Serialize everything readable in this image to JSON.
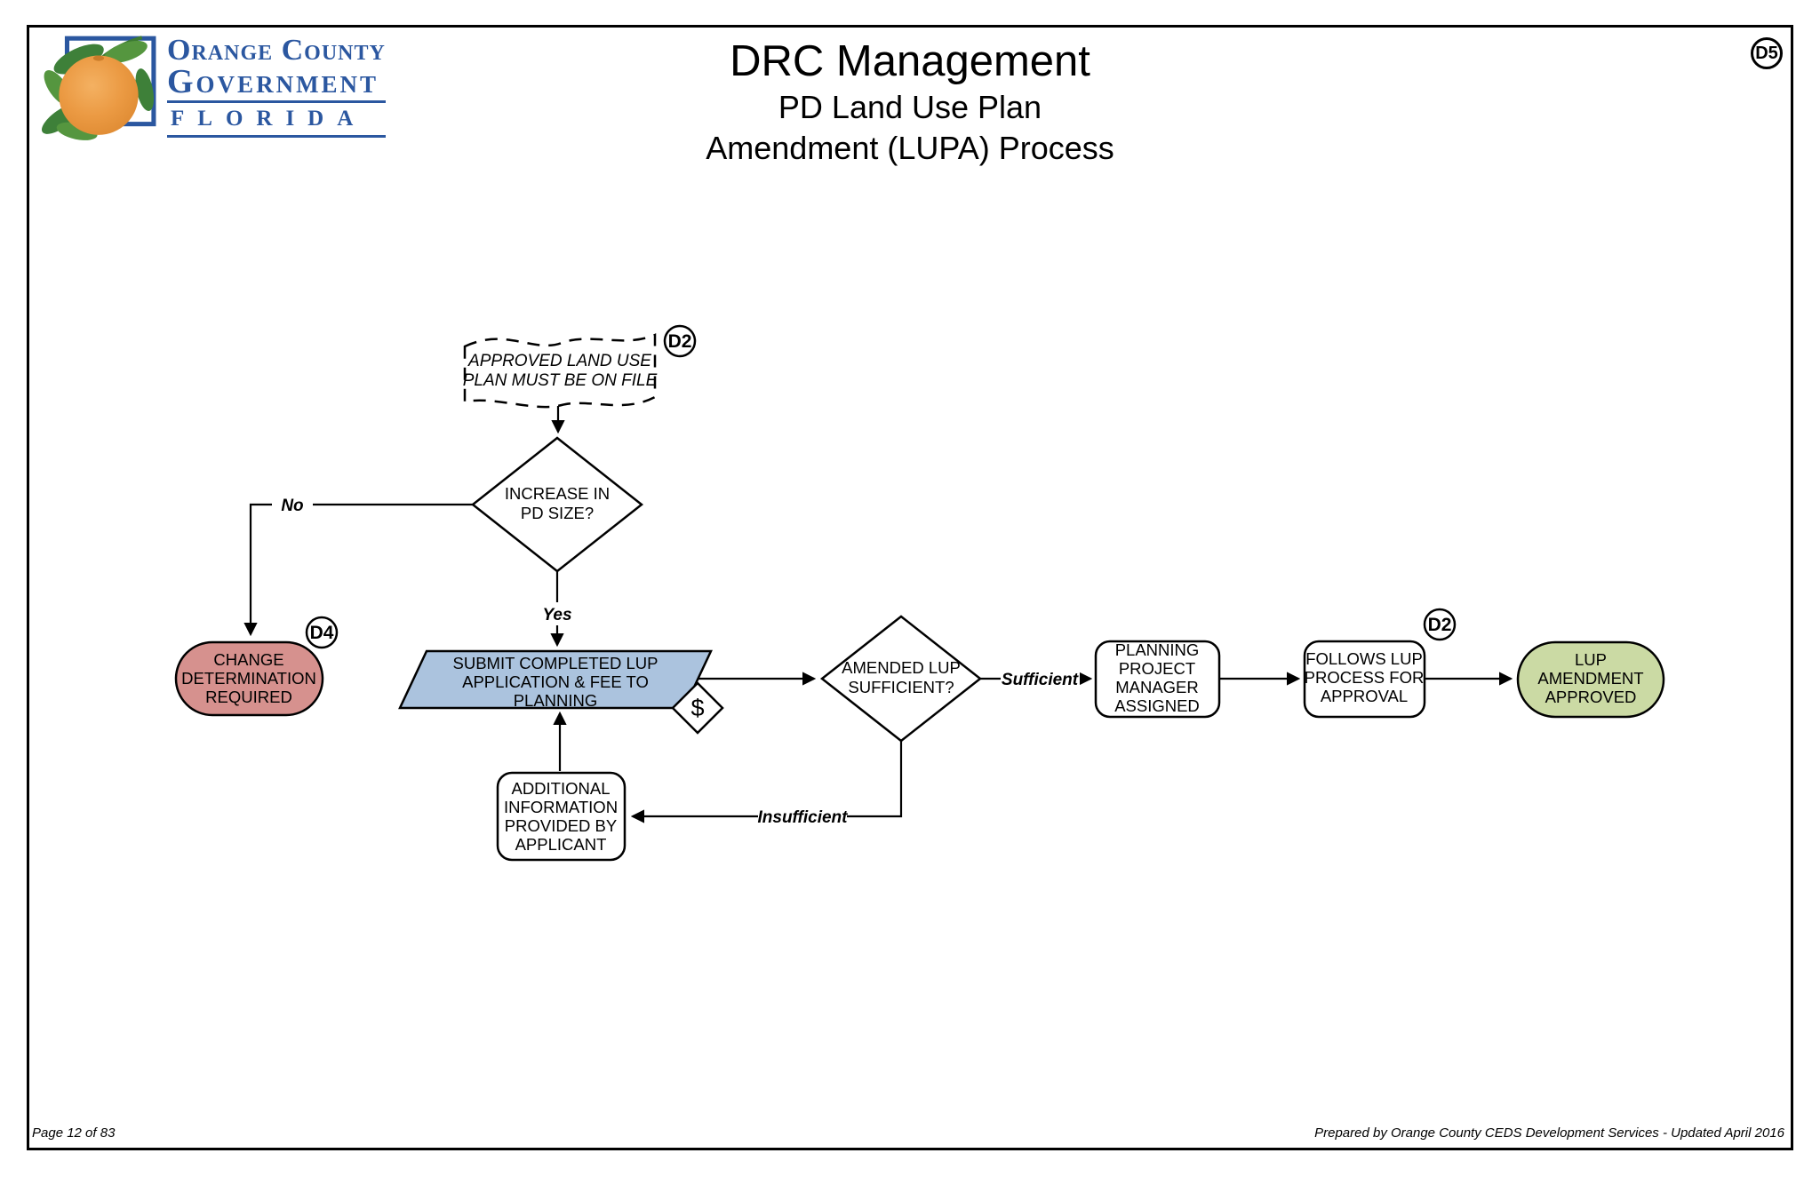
{
  "header": {
    "logo": {
      "line1": "Orange County",
      "line2": "Government",
      "line3": "Florida"
    },
    "title_lines": [
      "DRC Management",
      "PD Land Use Plan",
      "Amendment (LUPA) Process"
    ],
    "page_badge": "D5"
  },
  "palette": {
    "brand_blue": "#2b57a0",
    "orange": "#eb9a43",
    "leaf_green": "#3e8039",
    "stop_pink": "#d6918e",
    "process_blue": "#abc3de",
    "approved_green": "#cbdaa4"
  },
  "flowchart": {
    "nodes": {
      "approved_plan": {
        "lines": [
          "APPROVED LAND USE",
          "PLAN MUST BE ON FILE"
        ],
        "badge": "D2"
      },
      "increase_pd_size": {
        "lines": [
          "INCREASE IN",
          "PD SIZE?"
        ]
      },
      "change_determination": {
        "lines": [
          "CHANGE",
          "DETERMINATION",
          "REQUIRED"
        ],
        "badge": "D4",
        "fill": "#d6918e"
      },
      "submit_application": {
        "lines": [
          "SUBMIT COMPLETED LUP",
          "APPLICATION & FEE TO",
          "PLANNING"
        ],
        "fill": "#abc3de",
        "fee_symbol": "$"
      },
      "amended_lup_sufficient": {
        "lines": [
          "AMENDED LUP",
          "SUFFICIENT?"
        ]
      },
      "planning_pm_assigned": {
        "lines": [
          "PLANNING",
          "PROJECT",
          "MANAGER",
          "ASSIGNED"
        ]
      },
      "follows_lup_process": {
        "lines": [
          "FOLLOWS LUP",
          "PROCESS FOR",
          "APPROVAL"
        ],
        "badge": "D2"
      },
      "lup_amendment_approved": {
        "lines": [
          "LUP",
          "AMENDMENT",
          "APPROVED"
        ],
        "fill": "#cbdaa4"
      },
      "additional_information": {
        "lines": [
          "ADDITIONAL",
          "INFORMATION",
          "PROVIDED BY",
          "APPLICANT"
        ]
      }
    },
    "edge_labels": {
      "no": "No",
      "yes": "Yes",
      "sufficient": "Sufficient",
      "insufficient": "Insufficient"
    }
  },
  "footer": {
    "left": "Page 12 of 83",
    "right": "Prepared by Orange County CEDS Development Services - Updated April 2016"
  }
}
